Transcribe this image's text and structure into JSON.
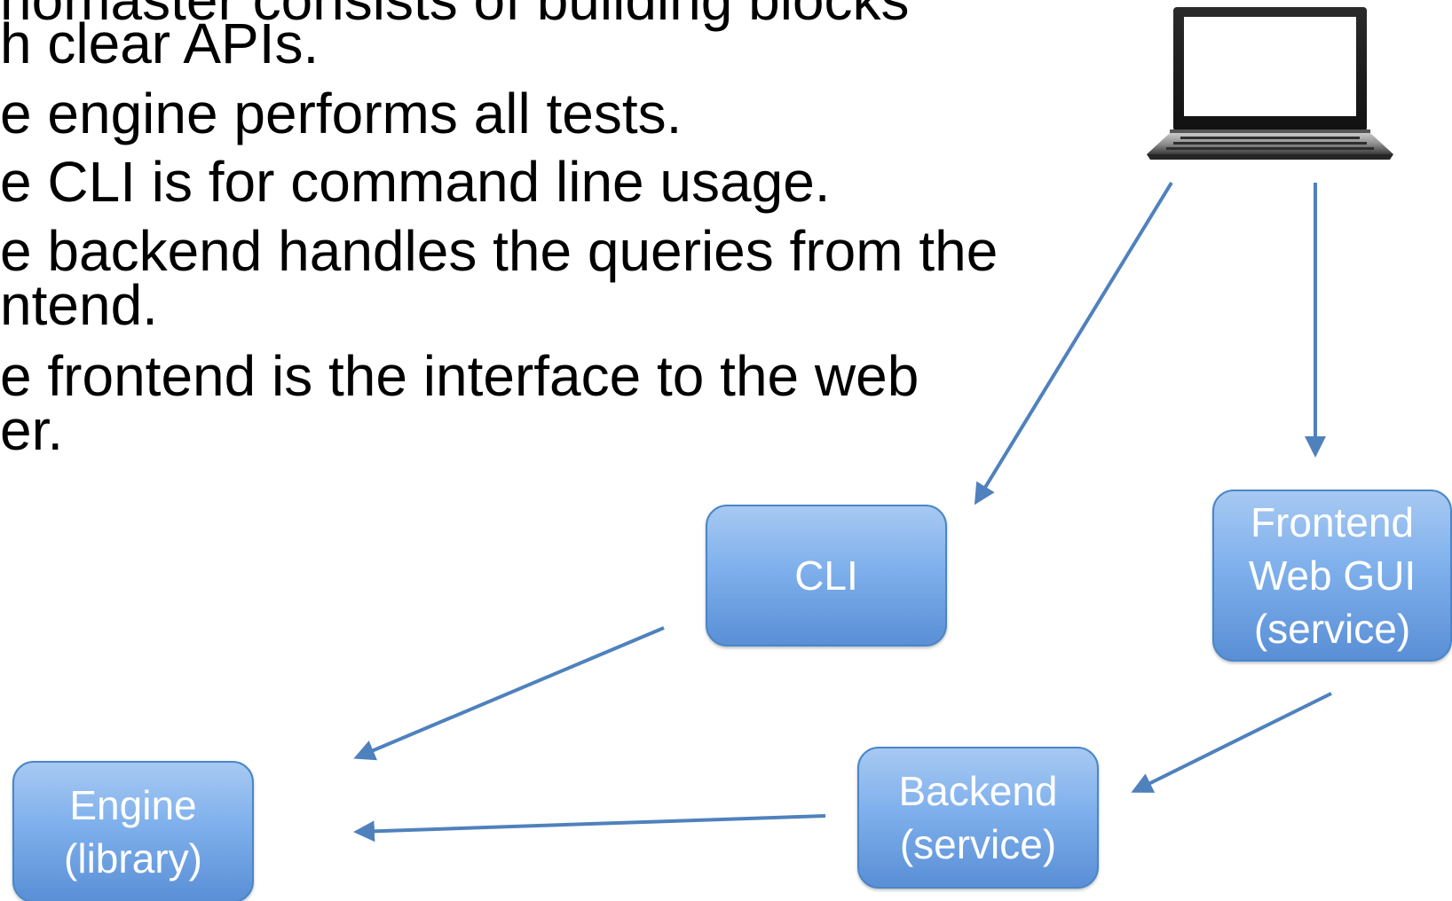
{
  "text_lines": [
    "nomaster consists of building blocks",
    "h clear APIs.",
    "e engine performs all tests.",
    "e CLI is for command line usage.",
    "e backend handles the queries from the",
    "ntend.",
    "e frontend is the interface to the web",
    "er."
  ],
  "nodes": {
    "cli": [
      "CLI"
    ],
    "frontend": [
      "Frontend",
      "Web GUI",
      "(service)"
    ],
    "backend": [
      "Backend",
      "(service)"
    ],
    "engine": [
      "Engine",
      "(library)"
    ]
  },
  "icons": {
    "laptop": "laptop-icon"
  },
  "colors": {
    "arrow": "#4f81bd",
    "node_fill_top": "#a7c9f2",
    "node_fill_bottom": "#5a8fd6",
    "node_border": "#4a86c8",
    "node_text": "#ffffff"
  }
}
